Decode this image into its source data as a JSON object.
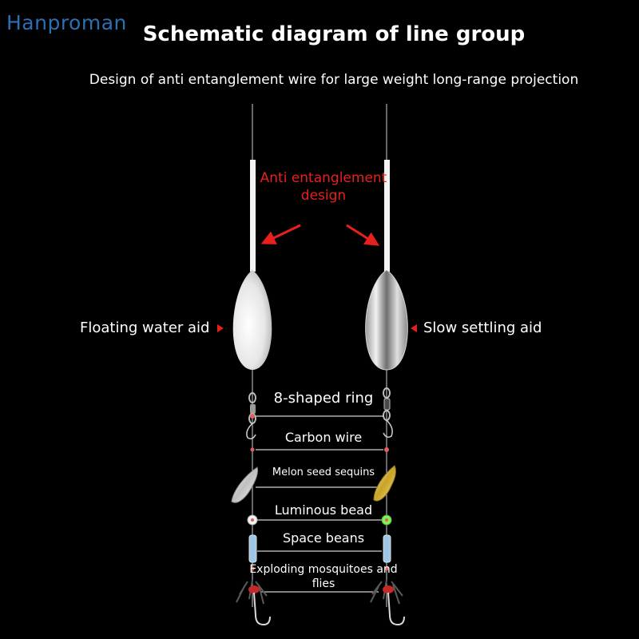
{
  "brand": "Hanproman",
  "title": "Schematic diagram of line group",
  "subtitle": "Design of anti entanglement wire for large weight long-range projection",
  "callout": {
    "text": "Anti entanglement design"
  },
  "left_label": "Floating water aid",
  "right_label": "Slow settling aid",
  "components": {
    "ring": "8-shaped ring",
    "carbon": "Carbon wire",
    "sequins": "Melon seed sequins",
    "bead": "Luminous bead",
    "beans": "Space beans",
    "flies": "Exploding mosquitoes and flies"
  },
  "colors": {
    "background": "#000000",
    "brand": "#2d6fb3",
    "accent_red": "#e8201c",
    "luminous_green": "#7ef25a",
    "text": "#ffffff"
  },
  "icons": {
    "callout_arrows": "red-arrow-icon",
    "label_pointers": "red-triangle-icon"
  }
}
